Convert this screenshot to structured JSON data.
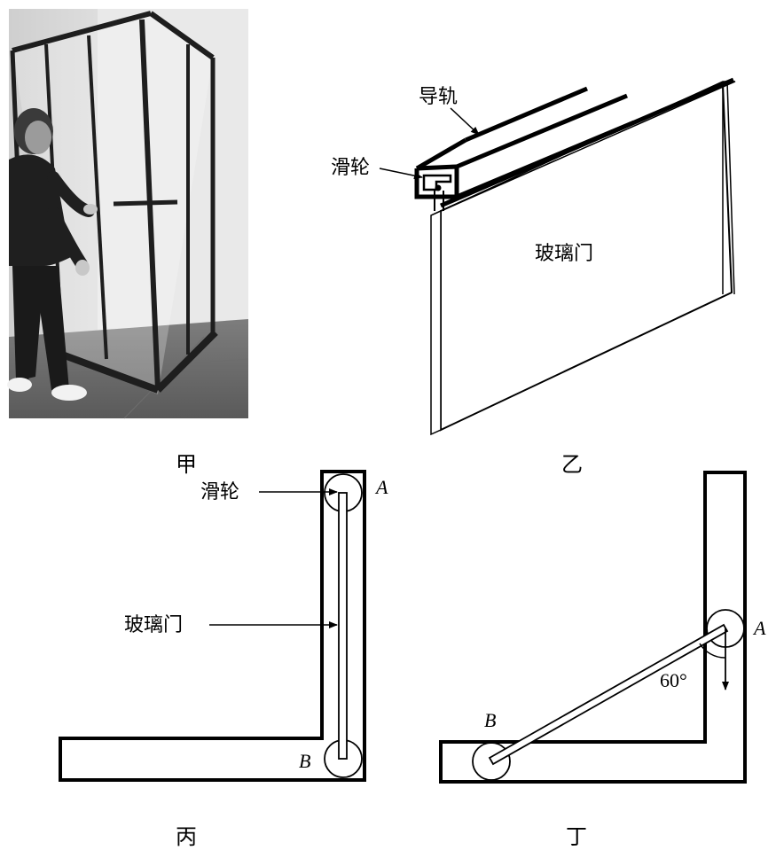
{
  "figures": {
    "jia": {
      "caption": "甲"
    },
    "yi": {
      "caption": "乙",
      "label_rail": "导轨",
      "label_pulley": "滑轮",
      "label_door": "玻璃门"
    },
    "bing": {
      "caption": "丙",
      "label_pulley": "滑轮",
      "label_door": "玻璃门",
      "point_a": "A",
      "point_b": "B"
    },
    "ding": {
      "caption": "丁",
      "point_a": "A",
      "point_b": "B",
      "angle_label": "60°"
    }
  },
  "colors": {
    "ink": "#000000",
    "paper": "#ffffff",
    "photo_dark": "#2a2a2a",
    "photo_light": "#d9d9d9"
  }
}
